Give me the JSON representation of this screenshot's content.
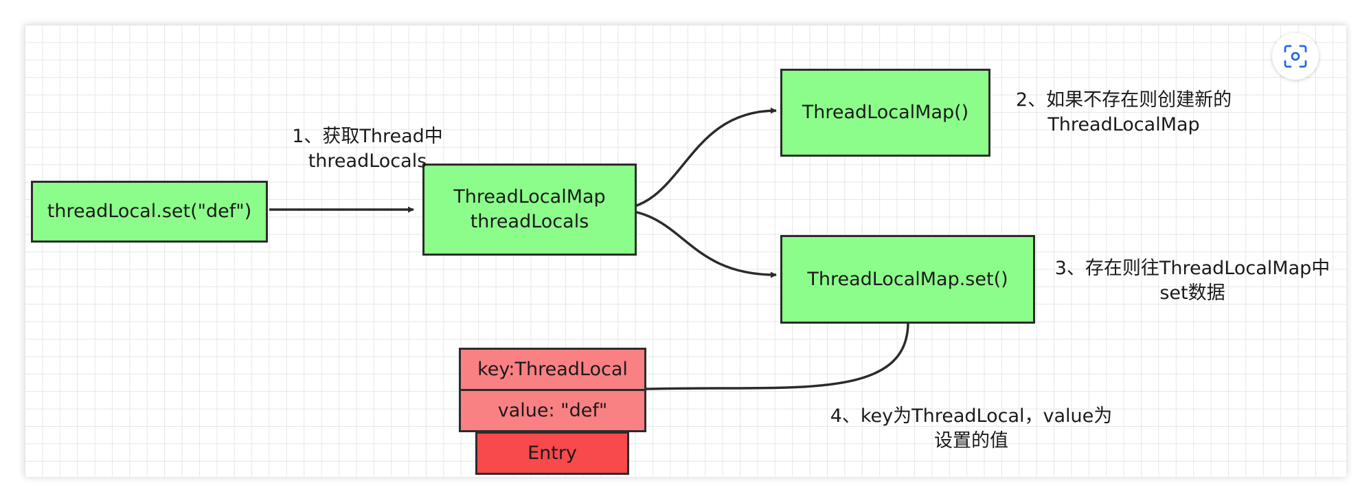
{
  "nodes": {
    "set_call": {
      "label": "threadLocal.set(\"def\")"
    },
    "thread_locals": {
      "line1": "ThreadLocalMap",
      "line2": "threadLocals"
    },
    "new_map": {
      "label": "ThreadLocalMap()"
    },
    "map_set": {
      "label": "ThreadLocalMap.set()"
    },
    "entry": {
      "key": "key:ThreadLocal",
      "value": "value: \"def\"",
      "title": "Entry"
    }
  },
  "notes": {
    "step1": {
      "line1": "1、获取Thread中",
      "line2": "threadLocals"
    },
    "step2": {
      "line1": "2、如果不存在则创建新的",
      "line2": "ThreadLocalMap"
    },
    "step3": {
      "line1": "3、存在则往ThreadLocalMap中",
      "line2": "set数据"
    },
    "step4": {
      "line1": "4、key为ThreadLocal，value为",
      "line2": "设置的值"
    }
  },
  "colors": {
    "node_fill": "#8cfd8a",
    "entry_field_fill": "#f98083",
    "entry_title_fill": "#f8494c",
    "stroke": "#2b2b2b",
    "grid": "#e6e6e6"
  },
  "icons": {
    "toolbar": "screenshot-scan-icon"
  }
}
